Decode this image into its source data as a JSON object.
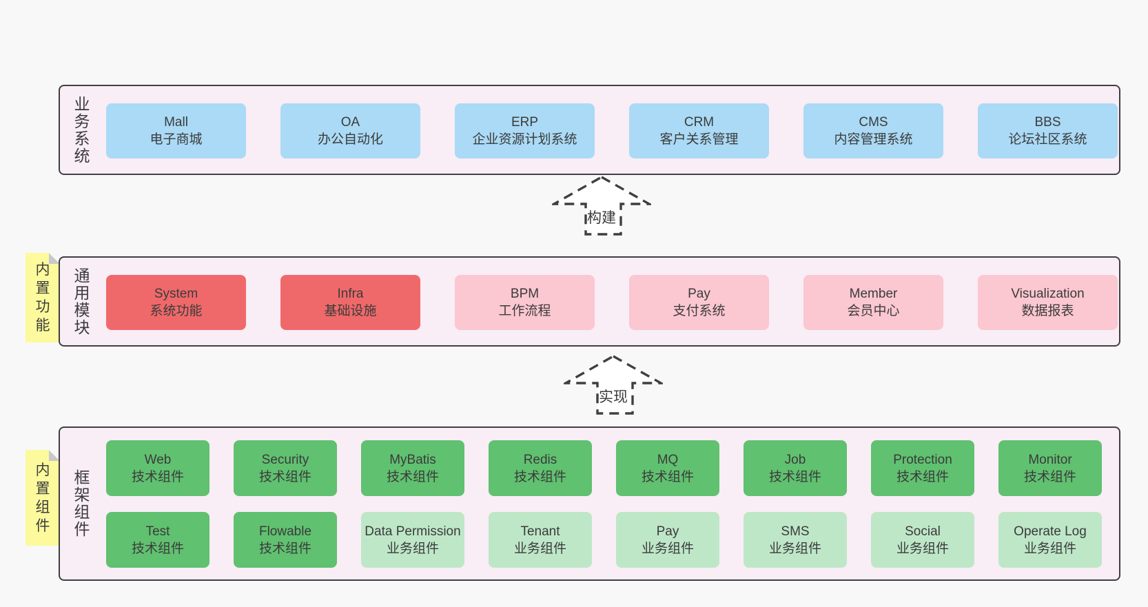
{
  "colors": {
    "background": "#f8f8f8",
    "section_background": "#f9edf6",
    "section_border": "#3f3f3f",
    "blue_box": "#aadaf5",
    "red_box": "#f0696a",
    "pink_box": "#fbc7d1",
    "green_box": "#60c170",
    "light_green_box": "#bee7c8",
    "sticky_note": "#fcfa9d",
    "text": "#3b3b3b"
  },
  "arrows": [
    {
      "label": "构建"
    },
    {
      "label": "实现"
    }
  ],
  "sections": [
    {
      "id": "business-systems",
      "label": "业务系统",
      "boxes": [
        {
          "title": "Mall",
          "subtitle": "电子商城",
          "variant": "blue"
        },
        {
          "title": "OA",
          "subtitle": "办公自动化",
          "variant": "blue"
        },
        {
          "title": "ERP",
          "subtitle": "企业资源计划系统",
          "variant": "blue"
        },
        {
          "title": "CRM",
          "subtitle": "客户关系管理",
          "variant": "blue"
        },
        {
          "title": "CMS",
          "subtitle": "内容管理系统",
          "variant": "blue"
        },
        {
          "title": "BBS",
          "subtitle": "论坛社区系统",
          "variant": "blue"
        }
      ]
    },
    {
      "id": "common-modules",
      "label": "通用模块",
      "sticky_note": "内置功能",
      "boxes": [
        {
          "title": "System",
          "subtitle": "系统功能",
          "variant": "red"
        },
        {
          "title": "Infra",
          "subtitle": "基础设施",
          "variant": "red"
        },
        {
          "title": "BPM",
          "subtitle": "工作流程",
          "variant": "pink"
        },
        {
          "title": "Pay",
          "subtitle": "支付系统",
          "variant": "pink"
        },
        {
          "title": "Member",
          "subtitle": "会员中心",
          "variant": "pink"
        },
        {
          "title": "Visualization",
          "subtitle": "数据报表",
          "variant": "pink"
        }
      ]
    },
    {
      "id": "framework-components",
      "label": "框架组件",
      "sticky_note": "内置组件",
      "rows": [
        [
          {
            "title": "Web",
            "subtitle": "技术组件",
            "variant": "green"
          },
          {
            "title": "Security",
            "subtitle": "技术组件",
            "variant": "green"
          },
          {
            "title": "MyBatis",
            "subtitle": "技术组件",
            "variant": "green"
          },
          {
            "title": "Redis",
            "subtitle": "技术组件",
            "variant": "green"
          },
          {
            "title": "MQ",
            "subtitle": "技术组件",
            "variant": "green"
          },
          {
            "title": "Job",
            "subtitle": "技术组件",
            "variant": "green"
          },
          {
            "title": "Protection",
            "subtitle": "技术组件",
            "variant": "green"
          },
          {
            "title": "Monitor",
            "subtitle": "技术组件",
            "variant": "green"
          }
        ],
        [
          {
            "title": "Test",
            "subtitle": "技术组件",
            "variant": "green"
          },
          {
            "title": "Flowable",
            "subtitle": "技术组件",
            "variant": "green"
          },
          {
            "title": "Data Permission",
            "subtitle": "业务组件",
            "variant": "green-light"
          },
          {
            "title": "Tenant",
            "subtitle": "业务组件",
            "variant": "green-light"
          },
          {
            "title": "Pay",
            "subtitle": "业务组件",
            "variant": "green-light"
          },
          {
            "title": "SMS",
            "subtitle": "业务组件",
            "variant": "green-light"
          },
          {
            "title": "Social",
            "subtitle": "业务组件",
            "variant": "green-light"
          },
          {
            "title": "Operate Log",
            "subtitle": "业务组件",
            "variant": "green-light"
          }
        ]
      ]
    }
  ]
}
